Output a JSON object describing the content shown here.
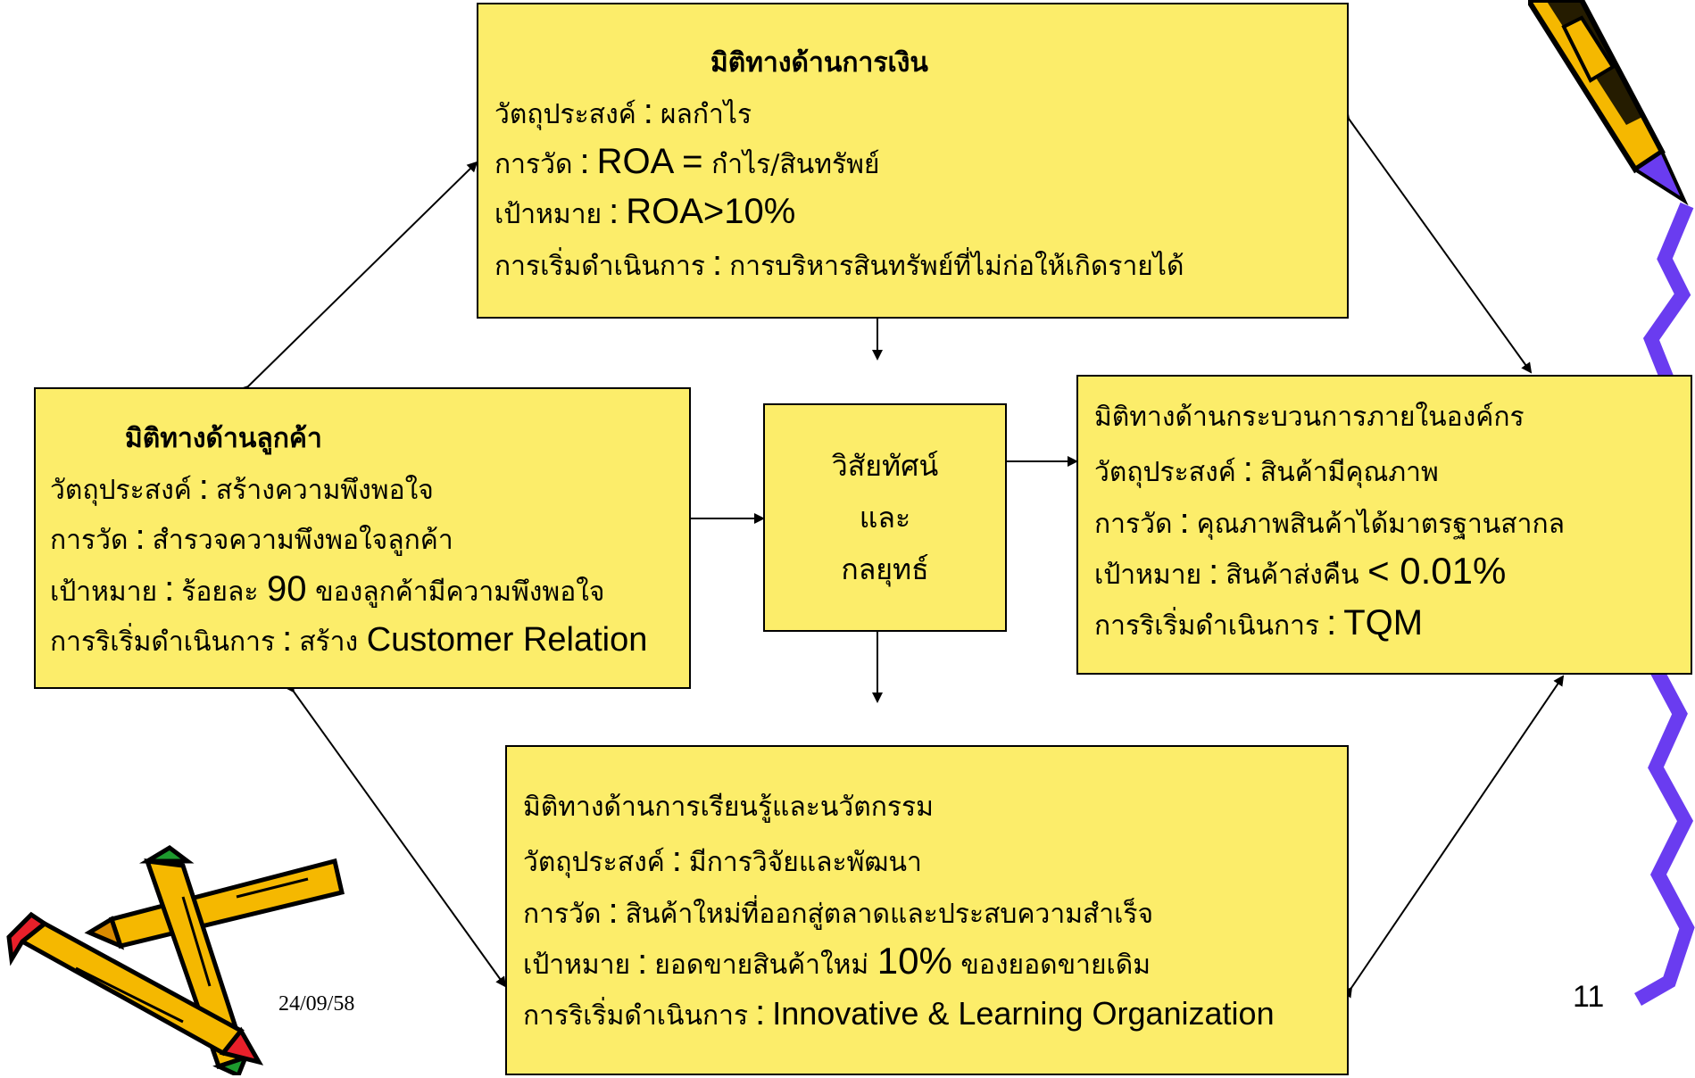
{
  "financial": {
    "title": "มิติทางด้านการเงิน",
    "objective_label": "วัตถุประสงค์",
    "objective_value": "ผลกำไร",
    "measure_label": "การวัด",
    "measure_value_main": "ROA =",
    "measure_value_rest": "กำไร/สินทรัพย์",
    "target_label": "เป้าหมาย",
    "target_value": "ROA>10%",
    "initiative_label": "การเริ่มดำเนินการ",
    "initiative_value": "การบริหารสินทรัพย์ที่ไม่ก่อให้เกิดรายได้"
  },
  "customer": {
    "title": "มิติทางด้านลูกค้า",
    "objective_label": "วัตถุประสงค์",
    "objective_value": "สร้างความพึงพอใจ",
    "measure_label": "การวัด",
    "measure_value": "สำรวจความพึงพอใจลูกค้า",
    "target_label": "เป้าหมาย",
    "target_prefix": "ร้อยละ",
    "target_number": "90",
    "target_suffix": "ของลูกค้ามีความพึงพอใจ",
    "initiative_label": "การริเริ่มดำเนินการ",
    "initiative_prefix": "สร้าง",
    "initiative_value": "Customer Relation"
  },
  "center": {
    "line1": "วิสัยทัศน์",
    "line2": "และ",
    "line3": "กลยุทธ์"
  },
  "internal": {
    "title": "มิติทางด้านกระบวนการภายในองค์กร",
    "objective_label": "วัตถุประสงค์",
    "objective_value": "สินค้ามีคุณภาพ",
    "measure_label": "การวัด",
    "measure_value": "คุณภาพสินค้าได้มาตรฐานสากล",
    "target_label": "เป้าหมาย",
    "target_prefix": "สินค้าส่งคืน",
    "target_value": "< 0.01%",
    "initiative_label": "การริเริ่มดำเนินการ",
    "initiative_value": "TQM"
  },
  "learning": {
    "title": "มิติทางด้านการเรียนรู้และนวัตกรรม",
    "objective_label": "วัตถุประสงค์",
    "objective_value": "มีการวิจัยและพัฒนา",
    "measure_label": "การวัด",
    "measure_value": "สินค้าใหม่ที่ออกสู่ตลาดและประสบความสำเร็จ",
    "target_label": "เป้าหมาย",
    "target_prefix": "ยอดขายสินค้าใหม่",
    "target_number": "10%",
    "target_suffix": "ของยอดขายเดิม",
    "initiative_label": "การริเริ่มดำเนินการ",
    "initiative_value": "Innovative & Learning Organization"
  },
  "footer": {
    "date": "24/09/58",
    "page": "11"
  },
  "colors": {
    "box_fill": "#fced6a",
    "pencil_yellow": "#f5b800",
    "pencil_red": "#e8202a",
    "pencil_green": "#1d9a2e",
    "squiggle_purple": "#6a3cf0"
  },
  "icons": [
    "pencil-cluster-icon",
    "pencil-top-right-icon",
    "purple-squiggle-icon"
  ]
}
